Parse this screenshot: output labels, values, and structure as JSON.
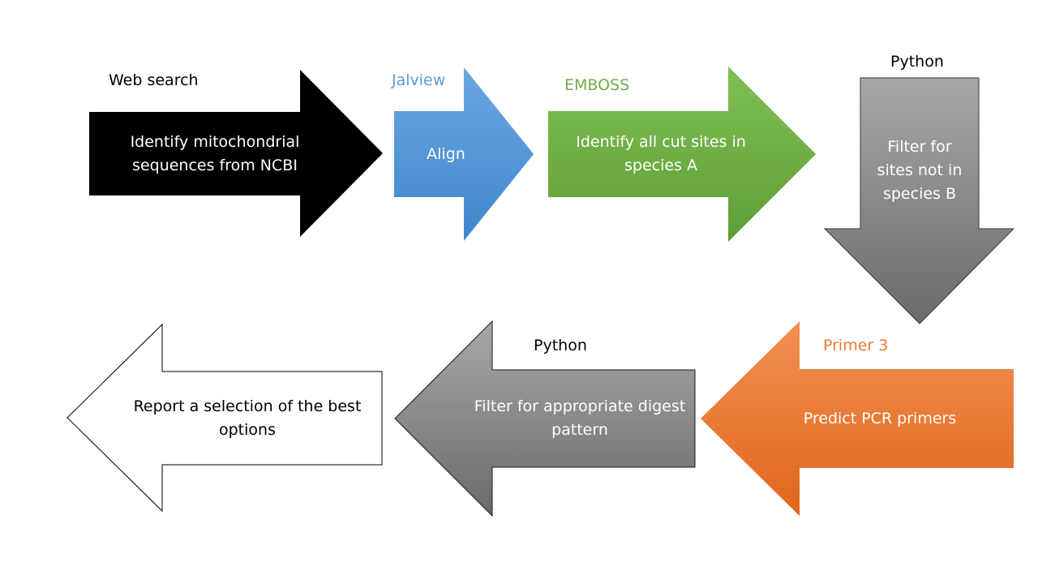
{
  "colors": {
    "black": "#000000",
    "blue": "#5b9bd5",
    "green": "#70ad47",
    "gray": "#8a8a8a",
    "orange": "#ed7d31",
    "white": "#ffffff"
  },
  "steps": [
    {
      "tool": "Web search",
      "text": "Identify mitochondrial\nsequences from NCBI",
      "color": "black"
    },
    {
      "tool": "Jalview",
      "text": "Align",
      "color": "blue"
    },
    {
      "tool": "EMBOSS",
      "text": "Identify all cut sites in\nspecies A",
      "color": "green"
    },
    {
      "tool": "Python",
      "text": "Filter for\nsites not in\nspecies B",
      "color": "gray"
    },
    {
      "tool": "Primer 3",
      "text": "Predict PCR primers",
      "color": "orange"
    },
    {
      "tool": "Python",
      "text": "Filter for appropriate digest\npattern",
      "color": "gray"
    },
    {
      "tool": "",
      "text": "Report a selection of the best\noptions",
      "color": "white"
    }
  ]
}
